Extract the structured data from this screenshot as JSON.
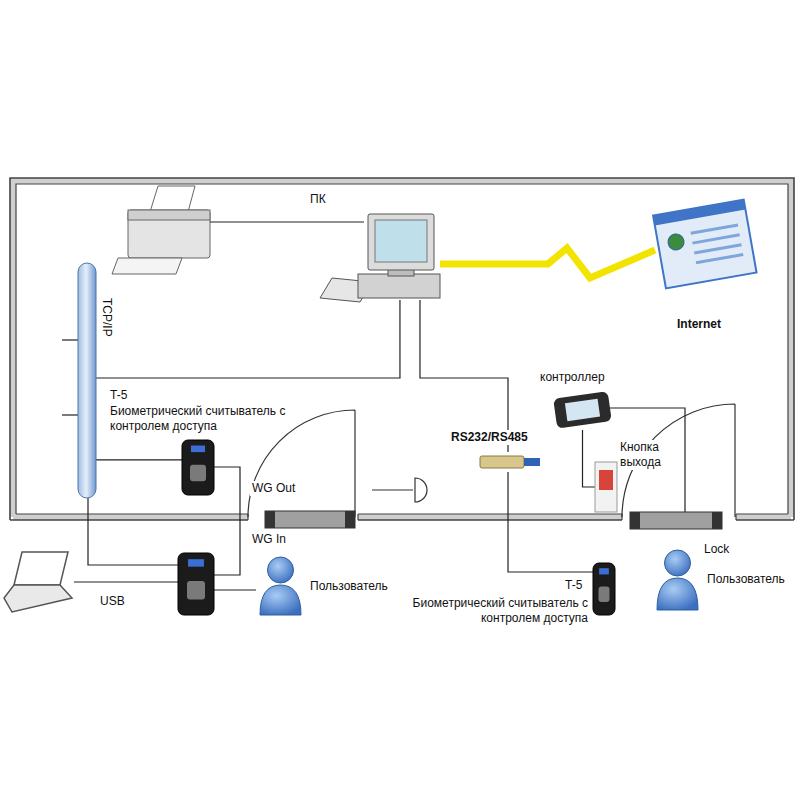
{
  "diagram": {
    "nodes": [
      {
        "text": [
          "ПК"
        ]
      },
      {
        "text": [
          "Internet"
        ]
      },
      {
        "text": [
          "TCP/IP"
        ]
      },
      {
        "text": [
          "T-5",
          "Биометрический считыватель с контролем доступа"
        ]
      },
      {
        "text": [
          "контроллер"
        ]
      },
      {
        "text": [
          "RS232/RS485"
        ]
      },
      {
        "text": [
          "Кнопка выхода"
        ]
      },
      {
        "text": [
          "T-5",
          "Биометрический считыватель с контролем доступа"
        ]
      },
      {
        "text": [
          "Пользователь"
        ]
      },
      {
        "text": [
          "Пользователь"
        ]
      },
      {
        "text": [
          "Lock"
        ]
      }
    ],
    "edges": [
      {
        "from": 0,
        "to": 1,
        "arrow": "none"
      },
      {
        "from": 0,
        "to": 2,
        "arrow": "none"
      },
      {
        "from": 0,
        "to": 5,
        "arrow": "none"
      },
      {
        "from": 5,
        "to": 7,
        "arrow": "none"
      },
      {
        "from": 4,
        "to": 10,
        "arrow": "none"
      },
      {
        "from": 4,
        "to": 6,
        "arrow": "none"
      },
      {
        "from": 2,
        "to": 3,
        "arrow": "none"
      }
    ],
    "labels": [
      "WG Out",
      "WG In",
      "USB"
    ]
  }
}
